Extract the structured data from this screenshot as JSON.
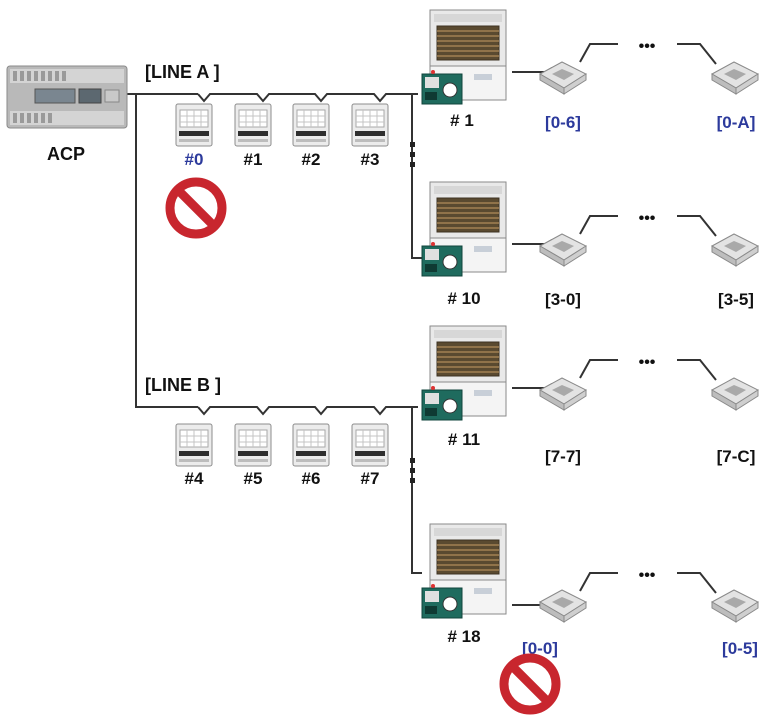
{
  "acp": {
    "label": "ACP"
  },
  "lines": [
    {
      "label": "[LINE A ]"
    },
    {
      "label": "[LINE B ]"
    }
  ],
  "converters": [
    {
      "label": "#0",
      "color": "#2c3a9c",
      "disabled": true
    },
    {
      "label": "#1",
      "color": "#111111",
      "disabled": false
    },
    {
      "label": "#2",
      "color": "#111111",
      "disabled": false
    },
    {
      "label": "#3",
      "color": "#111111",
      "disabled": false
    },
    {
      "label": "#4",
      "color": "#111111",
      "disabled": false
    },
    {
      "label": "#5",
      "color": "#111111",
      "disabled": false
    },
    {
      "label": "#6",
      "color": "#111111",
      "disabled": false
    },
    {
      "label": "#7",
      "color": "#111111",
      "disabled": false
    }
  ],
  "outdoor_units": [
    {
      "label": "# 1",
      "indoor_first": "[0-6]",
      "indoor_last": "[0-A]",
      "address_color": "#2c3a9c",
      "first_disabled": false
    },
    {
      "label": "# 10",
      "indoor_first": "[3-0]",
      "indoor_last": "[3-5]",
      "address_color": "#111111",
      "first_disabled": false
    },
    {
      "label": "# 11",
      "indoor_first": "[7-7]",
      "indoor_last": "[7-C]",
      "address_color": "#111111",
      "first_disabled": false
    },
    {
      "label": "# 18",
      "indoor_first": "[0-0]",
      "indoor_last": "[0-5]",
      "address_color": "#2c3a9c",
      "first_disabled": true
    }
  ],
  "ellipsis": "•••",
  "colors": {
    "prohibit": "#c8262e",
    "wire": "#333333"
  }
}
